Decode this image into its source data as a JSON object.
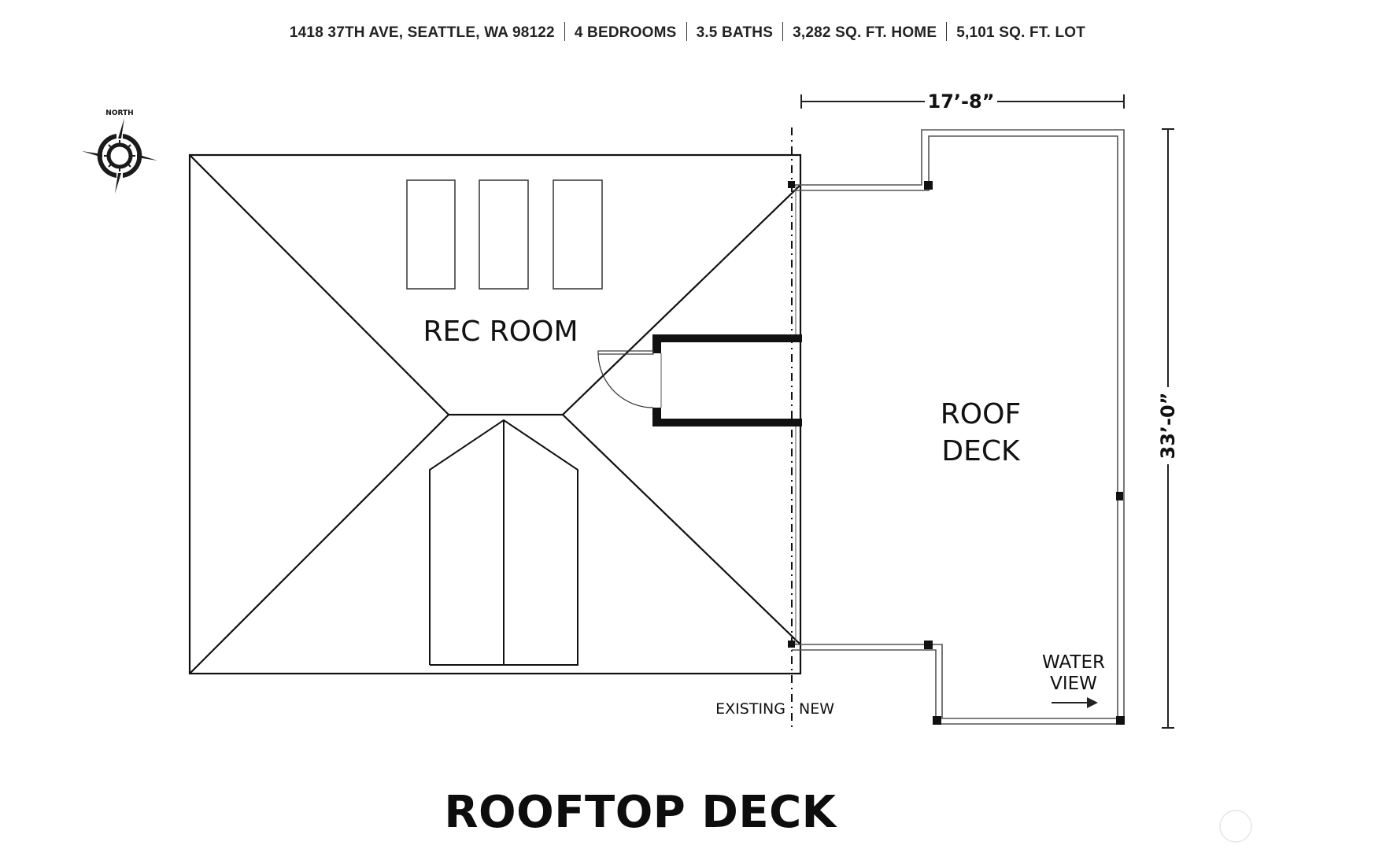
{
  "header": {
    "items": [
      "1418 37TH AVE, SEATTLE, WA 98122",
      "4 BEDROOMS",
      "3.5 BATHS",
      "3,282 SQ. FT. HOME",
      "5,101 SQ. FT. LOT"
    ]
  },
  "compass": {
    "label": "NORTH",
    "icon": "compass-rose-icon"
  },
  "dimensions": {
    "width": "17’-8”",
    "height": "33’-0”"
  },
  "rooms": {
    "rec_room": "REC ROOM",
    "roof_deck_line1": "ROOF",
    "roof_deck_line2": "DECK"
  },
  "annotations": {
    "existing": "EXISTING",
    "new": "NEW",
    "water_view_line1": "WATER",
    "water_view_line2": "VIEW",
    "water_view_arrow": "right-arrow-icon"
  },
  "title": "ROOFTOP DECK",
  "colors": {
    "ink": "#111111",
    "rail": "#555555",
    "watermark": "#e6e6e6"
  }
}
